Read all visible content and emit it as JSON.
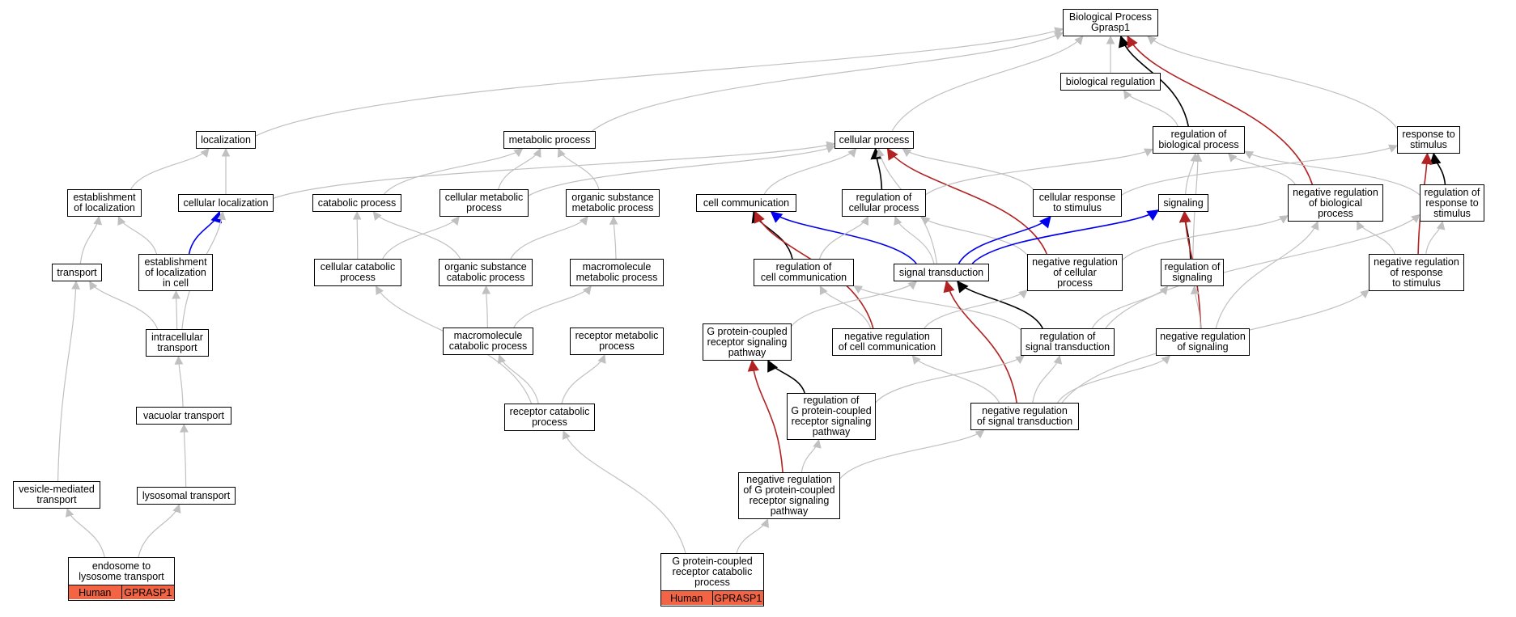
{
  "colors": {
    "is_a": "#c0c0c0",
    "part_of": "#000000",
    "positively_regulates": "#0000ee",
    "negatively_regulates": "#b22222",
    "annotation_fill": "#f26444"
  },
  "root": {
    "name": "Biological Process",
    "gene": "Gprasp1"
  },
  "terms": [
    {
      "key": "bio_reg",
      "label": "biological regulation"
    },
    {
      "key": "localization",
      "label": "localization"
    },
    {
      "key": "metabolic",
      "label": "metabolic process"
    },
    {
      "key": "cellular_process",
      "label": "cellular process"
    },
    {
      "key": "reg_bio",
      "label": "regulation of\nbiological process"
    },
    {
      "key": "resp_stim",
      "label": "response to\nstimulus"
    },
    {
      "key": "est_loc",
      "label": "establishment\nof localization"
    },
    {
      "key": "cell_loc",
      "label": "cellular localization"
    },
    {
      "key": "catabolic",
      "label": "catabolic process"
    },
    {
      "key": "cell_metab",
      "label": "cellular metabolic\nprocess"
    },
    {
      "key": "org_metab",
      "label": "organic substance\nmetabolic process"
    },
    {
      "key": "cell_comm",
      "label": "cell communication"
    },
    {
      "key": "reg_cell",
      "label": "regulation of\ncellular process"
    },
    {
      "key": "cell_resp",
      "label": "cellular response\nto stimulus"
    },
    {
      "key": "signaling",
      "label": "signaling"
    },
    {
      "key": "neg_reg_bio",
      "label": "negative regulation\nof biological\nprocess"
    },
    {
      "key": "reg_resp",
      "label": "regulation of\nresponse to\nstimulus"
    },
    {
      "key": "transport",
      "label": "transport"
    },
    {
      "key": "est_loc_cell",
      "label": "establishment\nof localization\nin cell"
    },
    {
      "key": "cell_catab",
      "label": "cellular catabolic\nprocess"
    },
    {
      "key": "org_catab",
      "label": "organic substance\ncatabolic process"
    },
    {
      "key": "macro_metab",
      "label": "macromolecule\nmetabolic process"
    },
    {
      "key": "reg_cell_comm",
      "label": "regulation of\ncell communication"
    },
    {
      "key": "sig_trans",
      "label": "signal transduction"
    },
    {
      "key": "neg_reg_cell",
      "label": "negative regulation\nof cellular\nprocess"
    },
    {
      "key": "reg_sig",
      "label": "regulation of\nsignaling"
    },
    {
      "key": "neg_reg_resp",
      "label": "negative regulation\nof response\nto stimulus"
    },
    {
      "key": "intra_trans",
      "label": "intracellular\ntransport"
    },
    {
      "key": "macro_catab",
      "label": "macromolecule\ncatabolic process"
    },
    {
      "key": "rec_metab",
      "label": "receptor metabolic\nprocess"
    },
    {
      "key": "gpcr_path",
      "label": "G protein-coupled\nreceptor signaling\npathway"
    },
    {
      "key": "neg_reg_cell_comm",
      "label": "negative regulation\nof cell communication"
    },
    {
      "key": "reg_sig_trans",
      "label": "regulation of\nsignal transduction"
    },
    {
      "key": "neg_reg_sig",
      "label": "negative regulation\nof signaling"
    },
    {
      "key": "vac_trans",
      "label": "vacuolar transport"
    },
    {
      "key": "rec_catab",
      "label": "receptor catabolic\nprocess"
    },
    {
      "key": "reg_gpcr",
      "label": "regulation of\nG protein-coupled\nreceptor signaling\npathway"
    },
    {
      "key": "neg_reg_sig_trans",
      "label": "negative regulation\nof signal transduction"
    },
    {
      "key": "vesicle",
      "label": "vesicle-mediated\ntransport"
    },
    {
      "key": "lyso",
      "label": "lysosomal transport"
    },
    {
      "key": "neg_reg_gpcr",
      "label": "negative regulation\nof G protein-coupled\nreceptor signaling\npathway"
    }
  ],
  "annotated_terms": [
    {
      "key": "endo_lyso",
      "label": "endosome to\nlysosome transport",
      "species": "Human",
      "gene": "GPRASP1"
    },
    {
      "key": "gpcr_catab",
      "label": "G protein-coupled\nreceptor catabolic\nprocess",
      "species": "Human",
      "gene": "GPRASP1"
    }
  ],
  "edges": [
    [
      "root",
      "bio_reg",
      "is_a"
    ],
    [
      "root",
      "localization",
      "is_a"
    ],
    [
      "root",
      "metabolic",
      "is_a"
    ],
    [
      "root",
      "cellular_process",
      "is_a"
    ],
    [
      "root",
      "resp_stim",
      "is_a"
    ],
    [
      "bio_reg",
      "reg_bio",
      "is_a"
    ],
    [
      "root",
      "reg_bio",
      "part_of"
    ],
    [
      "root",
      "neg_reg_bio",
      "negatively_regulates"
    ],
    [
      "localization",
      "est_loc",
      "is_a"
    ],
    [
      "localization",
      "cell_loc",
      "is_a"
    ],
    [
      "cellular_process",
      "cell_loc",
      "is_a"
    ],
    [
      "metabolic",
      "catabolic",
      "is_a"
    ],
    [
      "metabolic",
      "cell_metab",
      "is_a"
    ],
    [
      "metabolic",
      "org_metab",
      "is_a"
    ],
    [
      "cellular_process",
      "cell_metab",
      "is_a"
    ],
    [
      "cellular_process",
      "cell_comm",
      "is_a"
    ],
    [
      "cellular_process",
      "reg_cell",
      "part_of"
    ],
    [
      "cellular_process",
      "cell_resp",
      "is_a"
    ],
    [
      "cellular_process",
      "sig_trans",
      "is_a"
    ],
    [
      "cellular_process",
      "neg_reg_cell",
      "negatively_regulates"
    ],
    [
      "reg_bio",
      "reg_cell",
      "is_a"
    ],
    [
      "reg_bio",
      "signaling",
      "is_a"
    ],
    [
      "reg_bio",
      "neg_reg_bio",
      "is_a"
    ],
    [
      "reg_bio",
      "reg_resp",
      "is_a"
    ],
    [
      "reg_bio",
      "reg_sig",
      "is_a"
    ],
    [
      "resp_stim",
      "cell_resp",
      "is_a"
    ],
    [
      "resp_stim",
      "reg_resp",
      "part_of"
    ],
    [
      "resp_stim",
      "neg_reg_resp",
      "negatively_regulates"
    ],
    [
      "est_loc",
      "transport",
      "is_a"
    ],
    [
      "est_loc",
      "est_loc_cell",
      "is_a"
    ],
    [
      "cell_loc",
      "est_loc_cell",
      "positively_regulates"
    ],
    [
      "cell_loc",
      "intra_trans",
      "is_a"
    ],
    [
      "catabolic",
      "cell_catab",
      "is_a"
    ],
    [
      "catabolic",
      "org_catab",
      "is_a"
    ],
    [
      "cell_metab",
      "cell_catab",
      "is_a"
    ],
    [
      "org_metab",
      "org_catab",
      "is_a"
    ],
    [
      "org_metab",
      "macro_metab",
      "is_a"
    ],
    [
      "cell_comm",
      "reg_cell_comm",
      "part_of"
    ],
    [
      "cell_comm",
      "sig_trans",
      "positively_regulates"
    ],
    [
      "cell_comm",
      "neg_reg_cell_comm",
      "negatively_regulates"
    ],
    [
      "reg_cell",
      "reg_cell_comm",
      "is_a"
    ],
    [
      "reg_cell",
      "sig_trans",
      "is_a"
    ],
    [
      "reg_cell",
      "neg_reg_cell",
      "is_a"
    ],
    [
      "cell_resp",
      "sig_trans",
      "positively_regulates"
    ],
    [
      "signaling",
      "sig_trans",
      "positively_regulates"
    ],
    [
      "signaling",
      "reg_sig",
      "part_of"
    ],
    [
      "signaling",
      "neg_reg_sig",
      "negatively_regulates"
    ],
    [
      "neg_reg_bio",
      "neg_reg_cell",
      "is_a"
    ],
    [
      "neg_reg_bio",
      "neg_reg_sig",
      "is_a"
    ],
    [
      "neg_reg_bio",
      "neg_reg_resp",
      "is_a"
    ],
    [
      "reg_resp",
      "neg_reg_resp",
      "is_a"
    ],
    [
      "reg_resp",
      "reg_sig_trans",
      "is_a"
    ],
    [
      "transport",
      "intra_trans",
      "is_a"
    ],
    [
      "transport",
      "vesicle",
      "is_a"
    ],
    [
      "est_loc_cell",
      "intra_trans",
      "is_a"
    ],
    [
      "cell_catab",
      "rec_catab",
      "is_a"
    ],
    [
      "macro_metab",
      "macro_catab",
      "is_a"
    ],
    [
      "org_catab",
      "macro_catab",
      "is_a"
    ],
    [
      "macro_catab",
      "rec_catab",
      "is_a"
    ],
    [
      "rec_metab",
      "rec_catab",
      "is_a"
    ],
    [
      "reg_cell_comm",
      "neg_reg_cell_comm",
      "is_a"
    ],
    [
      "reg_cell_comm",
      "reg_sig_trans",
      "is_a"
    ],
    [
      "sig_trans",
      "gpcr_path",
      "is_a"
    ],
    [
      "sig_trans",
      "reg_sig_trans",
      "part_of"
    ],
    [
      "sig_trans",
      "neg_reg_sig_trans",
      "negatively_regulates"
    ],
    [
      "neg_reg_cell",
      "neg_reg_cell_comm",
      "is_a"
    ],
    [
      "reg_sig",
      "reg_sig_trans",
      "is_a"
    ],
    [
      "reg_sig",
      "neg_reg_sig",
      "is_a"
    ],
    [
      "neg_reg_resp",
      "neg_reg_sig_trans",
      "is_a"
    ],
    [
      "intra_trans",
      "vac_trans",
      "is_a"
    ],
    [
      "gpcr_path",
      "reg_gpcr",
      "part_of"
    ],
    [
      "gpcr_path",
      "neg_reg_gpcr",
      "negatively_regulates"
    ],
    [
      "neg_reg_cell_comm",
      "neg_reg_sig_trans",
      "is_a"
    ],
    [
      "reg_sig_trans",
      "neg_reg_sig_trans",
      "is_a"
    ],
    [
      "reg_sig_trans",
      "reg_gpcr",
      "is_a"
    ],
    [
      "neg_reg_sig",
      "neg_reg_sig_trans",
      "is_a"
    ],
    [
      "vac_trans",
      "lyso",
      "is_a"
    ],
    [
      "rec_catab",
      "gpcr_catab",
      "is_a"
    ],
    [
      "reg_gpcr",
      "neg_reg_gpcr",
      "is_a"
    ],
    [
      "neg_reg_sig_trans",
      "neg_reg_gpcr",
      "is_a"
    ],
    [
      "vesicle",
      "endo_lyso",
      "is_a"
    ],
    [
      "lyso",
      "endo_lyso",
      "is_a"
    ],
    [
      "neg_reg_gpcr",
      "gpcr_catab",
      "is_a"
    ]
  ]
}
